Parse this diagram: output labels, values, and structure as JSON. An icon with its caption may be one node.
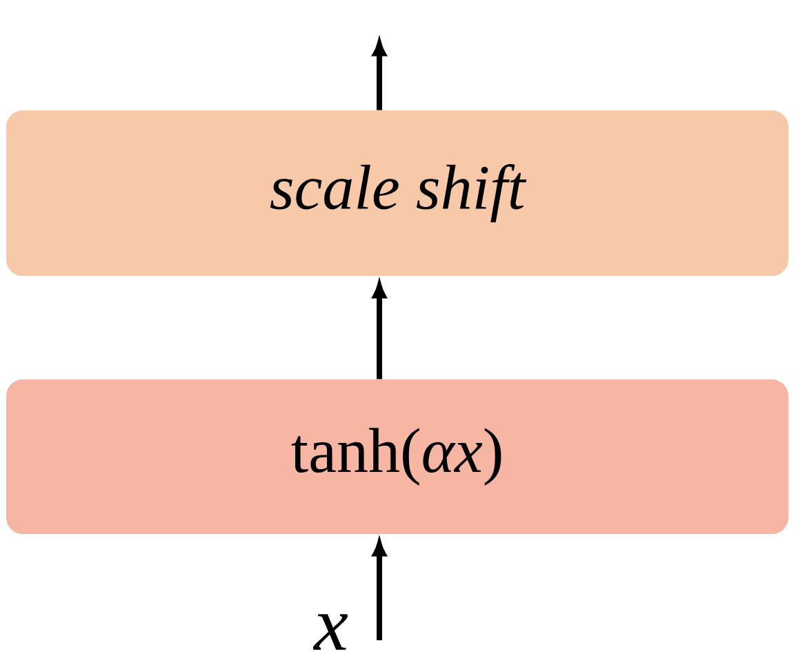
{
  "diagram": {
    "nodes": [
      {
        "text": [
          "scale shift"
        ]
      },
      {
        "text": [
          "tanh(*αx*)"
        ]
      },
      {
        "text": [
          "x"
        ]
      }
    ],
    "edges": [
      {
        "from": 2,
        "to": 1,
        "arrow": "to"
      },
      {
        "from": 1,
        "to": 0,
        "arrow": "to"
      },
      {
        "from": 0,
        "to": null,
        "arrow": "to"
      }
    ]
  }
}
